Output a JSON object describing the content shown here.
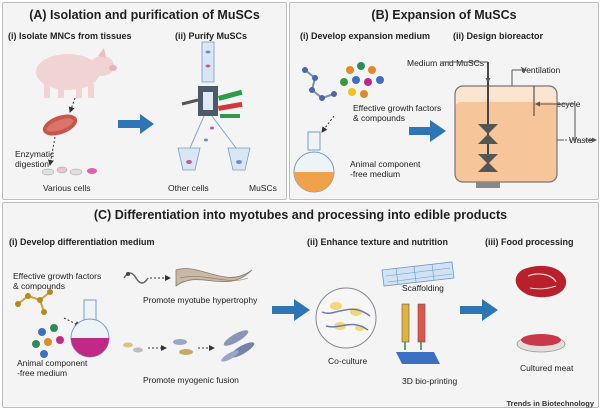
{
  "panel_a": {
    "title": "(A) Isolation and purification of MuSCs",
    "step_i": "(i)  Isolate MNCs from tissues",
    "step_ii": "(ii)  Purify MuSCs",
    "enzymatic_digestion": "Enzymatic\ndigestion",
    "various_cells": "Various cells",
    "other_cells": "Other cells",
    "muscs": "MuSCs"
  },
  "panel_b": {
    "title": "(B) Expansion of MuSCs",
    "step_i": "(i)  Develop expansion medium",
    "step_ii": "(ii)  Design  bioreactor",
    "growth_factors": "Effective growth factors\n& compounds",
    "animal_free": "Animal component\n-free medium",
    "medium_and_muscs": "Medium and MuSCs",
    "ventilation": "Ventilation",
    "medium_recycle": "Medium recycle",
    "waste": "Waste"
  },
  "panel_c": {
    "title": "(C) Differentiation into myotubes and processing into edible products",
    "step_i": "(i)  Develop differentiation medium",
    "step_ii": "(ii) Enhance texture and nutrition",
    "step_iii": "(iii)  Food processing",
    "growth_factors": "Effective growth factors\n& compounds",
    "hypertrophy": "Promote myotube hypertrophy",
    "animal_free": "Animal component\n-free medium",
    "fusion": "Promote myogenic fusion",
    "scaffolding": "Scaffolding",
    "co_culture": "Co-culture",
    "bioprinting": "3D bio-printing",
    "cultured_meat": "Cultured meat"
  },
  "credit": "Trends in Biotechnology",
  "colors": {
    "panel_bg": "#f4f4f4",
    "arrow_blue": "#2e75b6",
    "flask_orange": "#f0a24a",
    "flask_pink": "#c02a86",
    "tank_fill": "#f7c59a",
    "meat_red": "#b8202c"
  }
}
